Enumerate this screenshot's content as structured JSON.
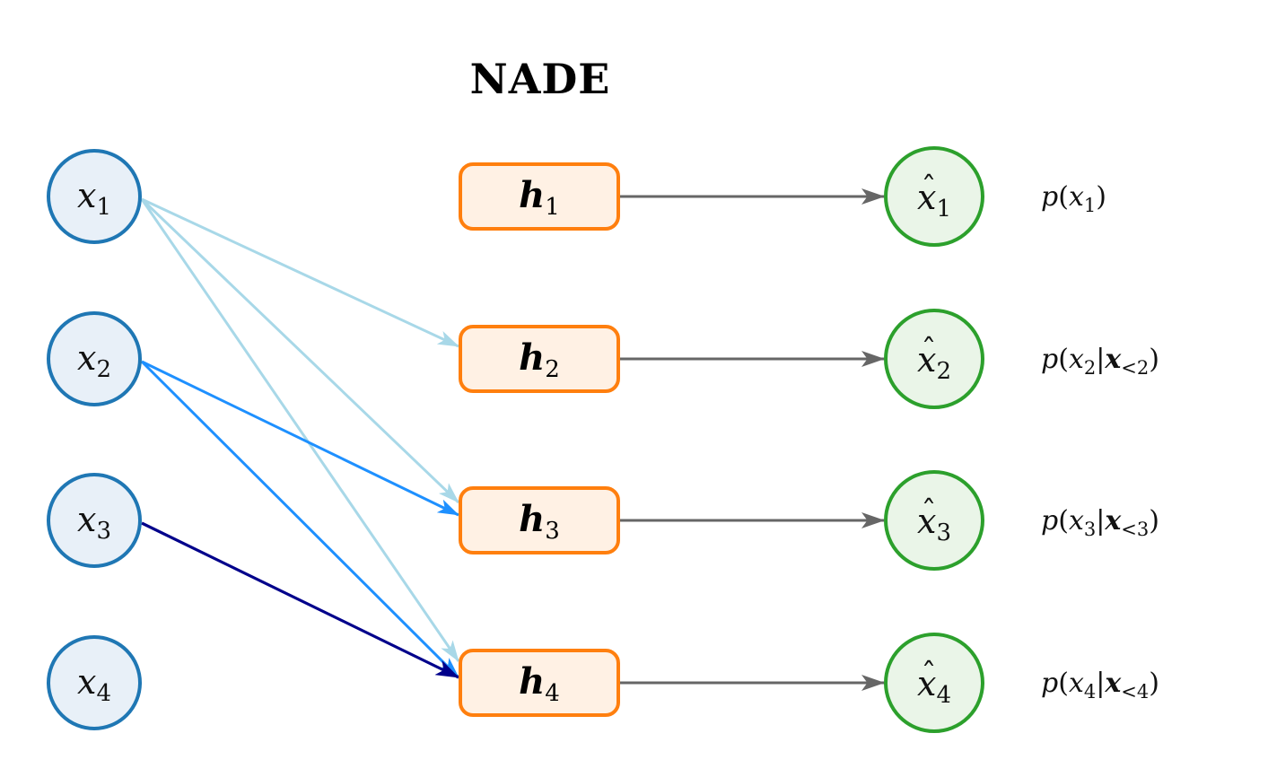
{
  "title": "NADE",
  "colors": {
    "input_stroke": "#1f77b4",
    "input_fill": "#e8f0f8",
    "hidden_stroke": "#ff7f0e",
    "hidden_fill": "#fff1e4",
    "output_stroke": "#2ca02c",
    "output_fill": "#eaf5e8",
    "output_arrow": "#666666",
    "from_x1": "#a8d8e8",
    "from_x2": "#1e90ff",
    "from_x3": "#00008b"
  },
  "inputs": [
    {
      "var": "x",
      "sub": "1"
    },
    {
      "var": "x",
      "sub": "2"
    },
    {
      "var": "x",
      "sub": "3"
    },
    {
      "var": "x",
      "sub": "4"
    }
  ],
  "hidden": [
    {
      "var": "h",
      "sub": "1"
    },
    {
      "var": "h",
      "sub": "2"
    },
    {
      "var": "h",
      "sub": "3"
    },
    {
      "var": "h",
      "sub": "4"
    }
  ],
  "outputs": [
    {
      "hat": "ˆ",
      "var": "x",
      "sub": "1"
    },
    {
      "hat": "ˆ",
      "var": "x",
      "sub": "2"
    },
    {
      "hat": "ˆ",
      "var": "x",
      "sub": "3"
    },
    {
      "hat": "ˆ",
      "var": "x",
      "sub": "4"
    }
  ],
  "probabilities": [
    {
      "p": "p",
      "open": "(",
      "var": "x",
      "sub": "1",
      "bar": "",
      "cond_var": "",
      "cond_sub": "",
      "close": ")"
    },
    {
      "p": "p",
      "open": "(",
      "var": "x",
      "sub": "2",
      "bar": "|",
      "cond_var": "x",
      "cond_sub": "<2",
      "close": ")"
    },
    {
      "p": "p",
      "open": "(",
      "var": "x",
      "sub": "3",
      "bar": "|",
      "cond_var": "x",
      "cond_sub": "<3",
      "close": ")"
    },
    {
      "p": "p",
      "open": "(",
      "var": "x",
      "sub": "4",
      "bar": "|",
      "cond_var": "x",
      "cond_sub": "<4",
      "close": ")"
    }
  ],
  "connections": [
    {
      "from": 1,
      "to": 2,
      "color_key": "from_x1"
    },
    {
      "from": 1,
      "to": 3,
      "color_key": "from_x1"
    },
    {
      "from": 1,
      "to": 4,
      "color_key": "from_x1"
    },
    {
      "from": 2,
      "to": 3,
      "color_key": "from_x2"
    },
    {
      "from": 2,
      "to": 4,
      "color_key": "from_x2"
    },
    {
      "from": 3,
      "to": 4,
      "color_key": "from_x3"
    }
  ]
}
